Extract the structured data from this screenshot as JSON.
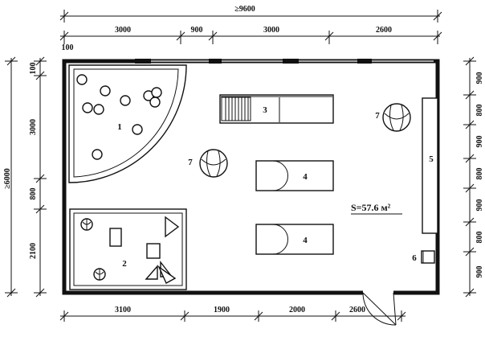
{
  "dimensions": {
    "top_overall": "≥9600",
    "top_segments": [
      "3000",
      "900",
      "3000",
      "2600"
    ],
    "top_left_offset": "100",
    "bottom_segments": [
      "3100",
      "1900",
      "2000",
      "2600"
    ],
    "left_overall": "≥6000",
    "left_segments": [
      "100",
      "3000",
      "800",
      "2100"
    ],
    "right_segments": [
      "900",
      "800",
      "900",
      "800",
      "900",
      "800",
      "900"
    ]
  },
  "labels": {
    "item_1": "1",
    "item_2": "2",
    "item_3": "3",
    "item_4a": "4",
    "item_4b": "4",
    "item_5": "5",
    "item_6": "6",
    "item_7a": "7",
    "item_7b": "7"
  },
  "area": "S=57.6 м²",
  "colors": {
    "ink": "#111111",
    "background": "#ffffff"
  }
}
